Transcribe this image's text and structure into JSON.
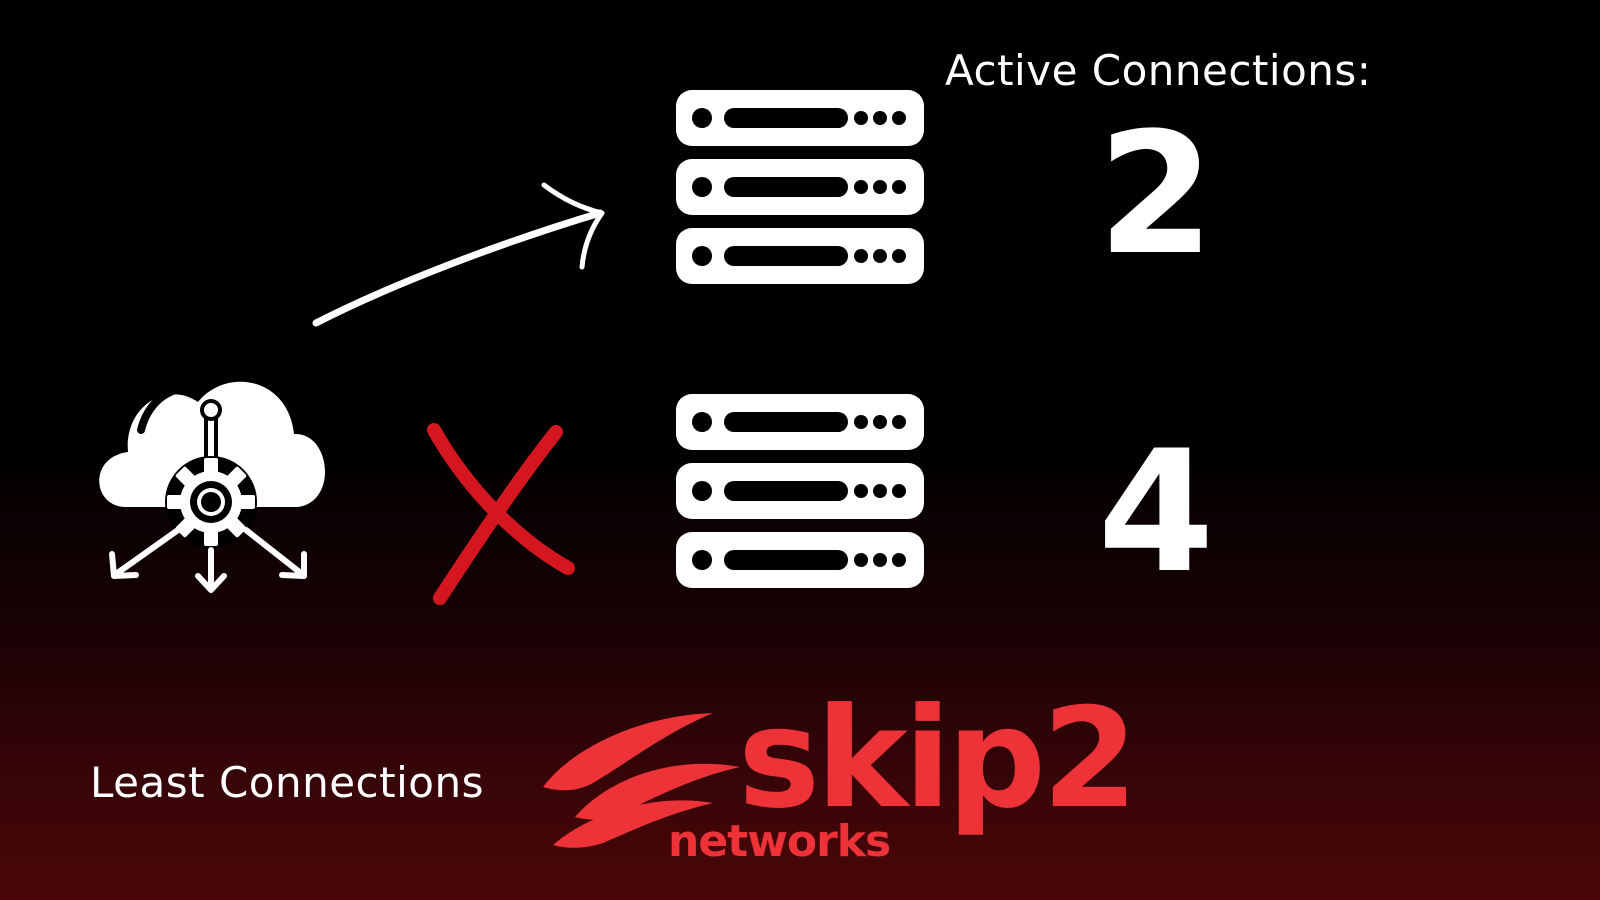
{
  "heading": "Active Connections:",
  "servers": [
    {
      "connections": "2",
      "status": "selected"
    },
    {
      "connections": "4",
      "status": "rejected"
    }
  ],
  "caption": "Least Connections",
  "brand": {
    "name": "skip2",
    "sub": "networks",
    "color": "#ee3338"
  },
  "icons": [
    "cloud-distribution-icon",
    "arrow-icon",
    "cross-icon",
    "server-rack-icon"
  ]
}
